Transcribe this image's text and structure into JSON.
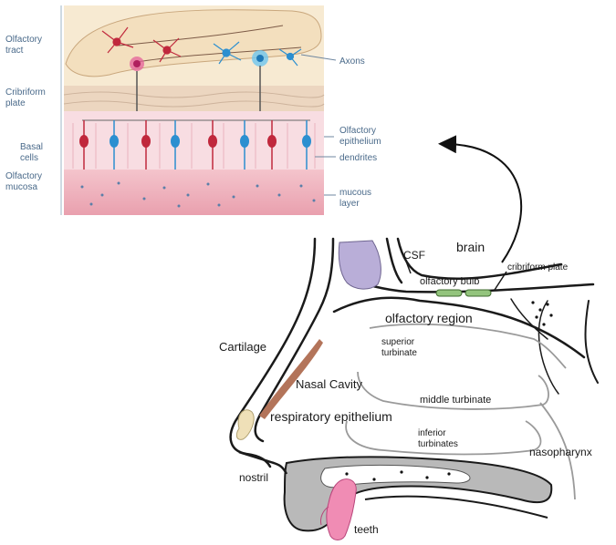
{
  "inset": {
    "left_labels": {
      "olfactory_tract": [
        "Olfactory",
        "tract"
      ],
      "cribriform_plate": [
        "Cribriform",
        "plate"
      ],
      "basal_cells": [
        "Basal",
        "cells"
      ],
      "olfactory_mucosa": [
        "Olfactory",
        "mucosa"
      ]
    },
    "right_labels": {
      "axons": "Axons",
      "olfactory_epithelium": [
        "Olfactory",
        "epithelium"
      ],
      "dendrites": "dendrites",
      "mucous_layer": [
        "mucous",
        "layer"
      ]
    },
    "colors": {
      "bulb": "#f6e6c8",
      "plate": "#ead2bc",
      "epithelium": "#f7dbe0",
      "mucus": "#efb7c1",
      "red_neuron": "#c0283c",
      "blue_neuron": "#2c8fd0"
    }
  },
  "nose": {
    "labels": {
      "csf": "CSF",
      "brain": "brain",
      "cribriform_plate": "cribriform plate",
      "olfactory_bulb": "olfactory bulb",
      "olfactory_region": "olfactory region",
      "superior_turbinate": [
        "superior",
        "turbinate"
      ],
      "cartilage": "Cartilage",
      "nasal_cavity": "Nasal Cavity",
      "middle_turbinate": "middle turbinate",
      "respiratory_epithelium": "respiratory epithelium",
      "inferior_turbinates": [
        "inferior",
        "turbinates"
      ],
      "nasopharynx": "nasopharynx",
      "nostril": "nostril",
      "teeth": "teeth"
    },
    "colors": {
      "outline": "#1a1a1a",
      "brain_blob": "#b9aed8",
      "bone": "#b9b9b9",
      "cartilage": "#b3745a",
      "tooth": "#f08cb4",
      "bulb": "#93c47d"
    }
  }
}
